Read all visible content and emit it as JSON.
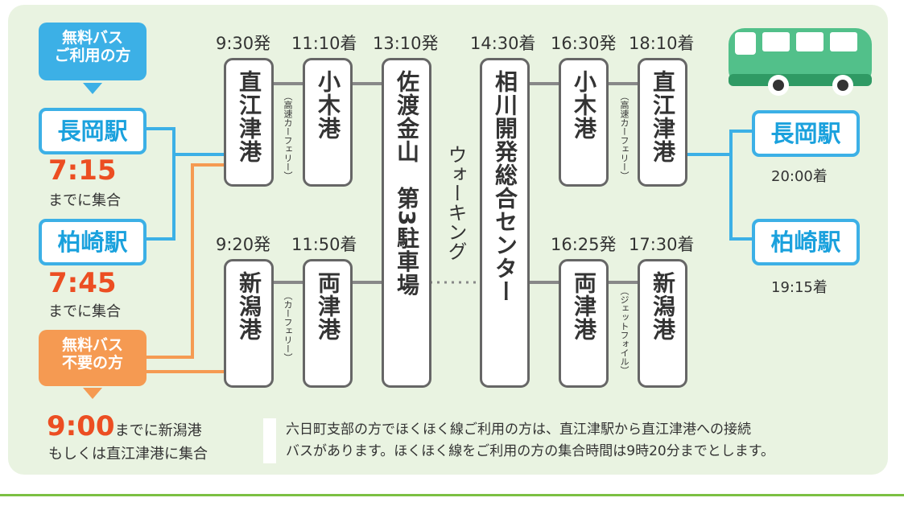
{
  "badges": {
    "free_bus": "無料バス\nご利用の方",
    "no_bus": "無料バス\n不要の方"
  },
  "stations": {
    "nagaoka": "長岡駅",
    "kashiwazaki": "柏崎駅"
  },
  "meeting": {
    "nagaoka_time": "7:15",
    "kashiwazaki_time": "7:45",
    "suffix": "までに集合",
    "niigata_time": "9:00",
    "niigata_suffix": "までに新潟港",
    "niigata_line2": "もしくは直江津港に集合"
  },
  "arrivals": {
    "nagaoka": "20:00着",
    "kashiwazaki": "19:15着"
  },
  "times": {
    "t1": "9:30発",
    "t2": "11:10着",
    "t3": "13:10発",
    "t4": "14:30着",
    "t5": "16:30発",
    "t6": "18:10着",
    "t7": "9:20発",
    "t8": "11:50着",
    "t9": "16:25発",
    "t10": "17:30着"
  },
  "places": {
    "naoetsu_port": "直江津港",
    "ogi_port": "小木港",
    "sado_kinzan": "佐渡金山　第3駐車場",
    "aikawa_center": "相川開発総合センター",
    "niigata_port": "新潟港",
    "ryotsu_port": "両津港"
  },
  "vessels": {
    "high_speed_car_ferry": "（高速カーフェリー）",
    "car_ferry": "（カーフェリー）",
    "jetfoil": "（ジェットフォイル）"
  },
  "walking": "ウォーキング",
  "note": {
    "line1": "六日町支部の方でほくほく線ご利用の方は、直江津駅から直江津港への接続",
    "line2": "バスがあります。ほくほく線をご利用の方の集合時間は9時20分までとします。"
  },
  "colors": {
    "blue": "#3cb0e6",
    "orange": "#f59a52",
    "red": "#ec4e22",
    "panel": "#e9f3e1"
  },
  "icons": [
    "bus-icon",
    "triangle-down-icon"
  ]
}
